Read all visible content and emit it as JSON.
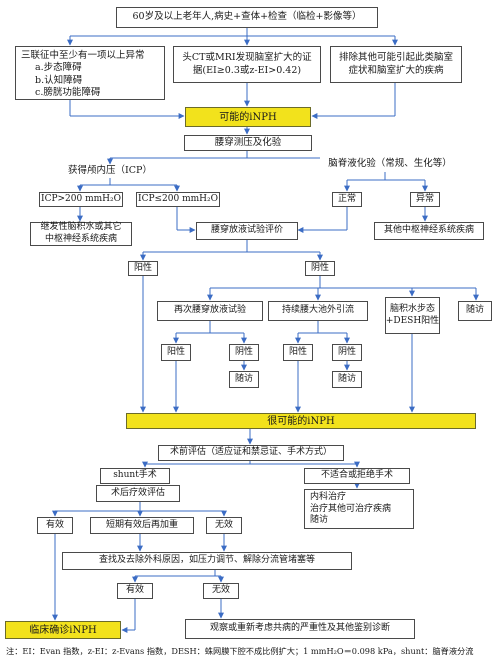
{
  "nodes": {
    "top": "60岁及以上老年人,病史+查体+检查（临检+影像等）",
    "triad_title": "三联征中至少有一项以上异常",
    "triad_a": "a.步态障碍",
    "triad_b": "b.认知障碍",
    "triad_c": "c.膀胱功能障碍",
    "ct_line1": "头CT或MRI发现脑室扩大的证",
    "ct_line2": "据(EI≥0.3或z-EI>0.42)",
    "exclude_line1": "排除其他可能引起此类脑室",
    "exclude_line2": "症状和脑室扩大的疾病",
    "possible": "可能的iNPH",
    "lp": "腰穿测压及化验",
    "icp": "获得颅内压（ICP）",
    "csf": "脑脊液化验（常规、生化等）",
    "icp_high": "ICP>200 mmH₂O",
    "icp_low": "ICP≤200 mmH₂O",
    "normal": "正常",
    "abnormal": "异常",
    "secondary_line1": "继发性脑积水或其它",
    "secondary_line2": "中枢神经系统疾病",
    "tap": "腰穿放液试验评价",
    "other_cns": "其他中枢神经系统疾病",
    "pos1": "阳性",
    "neg1": "阴性",
    "repeat_tap": "再次腰穿放液试验",
    "drain": "持续腰大池外引流",
    "gait_line1": "脑积水步态",
    "gait_line2": "+DESH阳性",
    "followup_r": "随访",
    "pos2": "阳性",
    "neg2": "阴性",
    "pos3": "阳性",
    "neg3": "阴性",
    "fu2": "随访",
    "fu3": "随访",
    "probable": "很可能的iNPH",
    "preop": "术前评估（适应证和禁忌证、手术方式）",
    "shunt": "shunt手术",
    "unsuitable": "不适合或拒绝手术",
    "alt_1": "内科治疗",
    "alt_2": "治疗其他可治疗疾病",
    "alt_3": "随访",
    "postop": "术后疗效评估",
    "effective1": "有效",
    "short_term": "短期有效后再加重",
    "ineffective1": "无效",
    "search": "查找及去除外科原因，如压力调节、解除分流管堵塞等",
    "effective2": "有效",
    "ineffective2": "无效",
    "confirmed": "临床确诊iNPH",
    "reconsider": "观察或重新考虑共病的严重性及其他鉴别诊断"
  },
  "footnote": "注：EI：Evan 指数，z-EI：z-Evans 指数，DESH：蛛网膜下腔不成比例扩大；1 mmH₂O＝0.098 kPa，shunt：脑脊液分流",
  "colors": {
    "highlight": "#f2e21c",
    "arrow_blue": "#3b6cc4",
    "border": "#4a4a4a"
  }
}
